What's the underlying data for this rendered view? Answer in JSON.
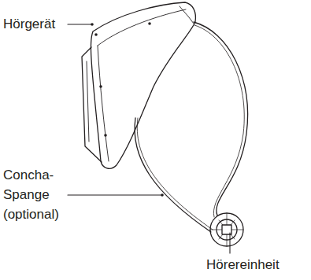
{
  "diagram": {
    "labels": [
      "Hörgerät",
      "Concha- Spange (optional)",
      "Hörereinheit"
    ]
  }
}
